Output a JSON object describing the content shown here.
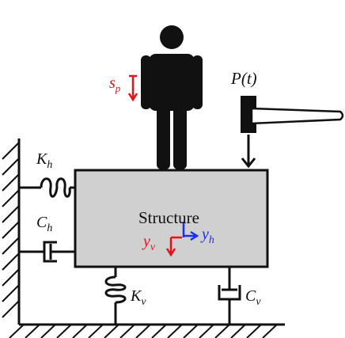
{
  "labels": {
    "structure": "Structure",
    "force": "P(t)",
    "sp_main": "s",
    "sp_sub": "p",
    "kh_main": "K",
    "kh_sub": "h",
    "ch_main": "C",
    "ch_sub": "h",
    "kv_main": "K",
    "kv_sub": "v",
    "cv_main": "C",
    "cv_sub": "v",
    "yv_main": "y",
    "yv_sub": "v",
    "yh_main": "y",
    "yh_sub": "h"
  },
  "colors": {
    "ink": "#111111",
    "structure_fill": "#d0d0d0",
    "red": "#e8101a",
    "blue": "#1c2ff0"
  }
}
